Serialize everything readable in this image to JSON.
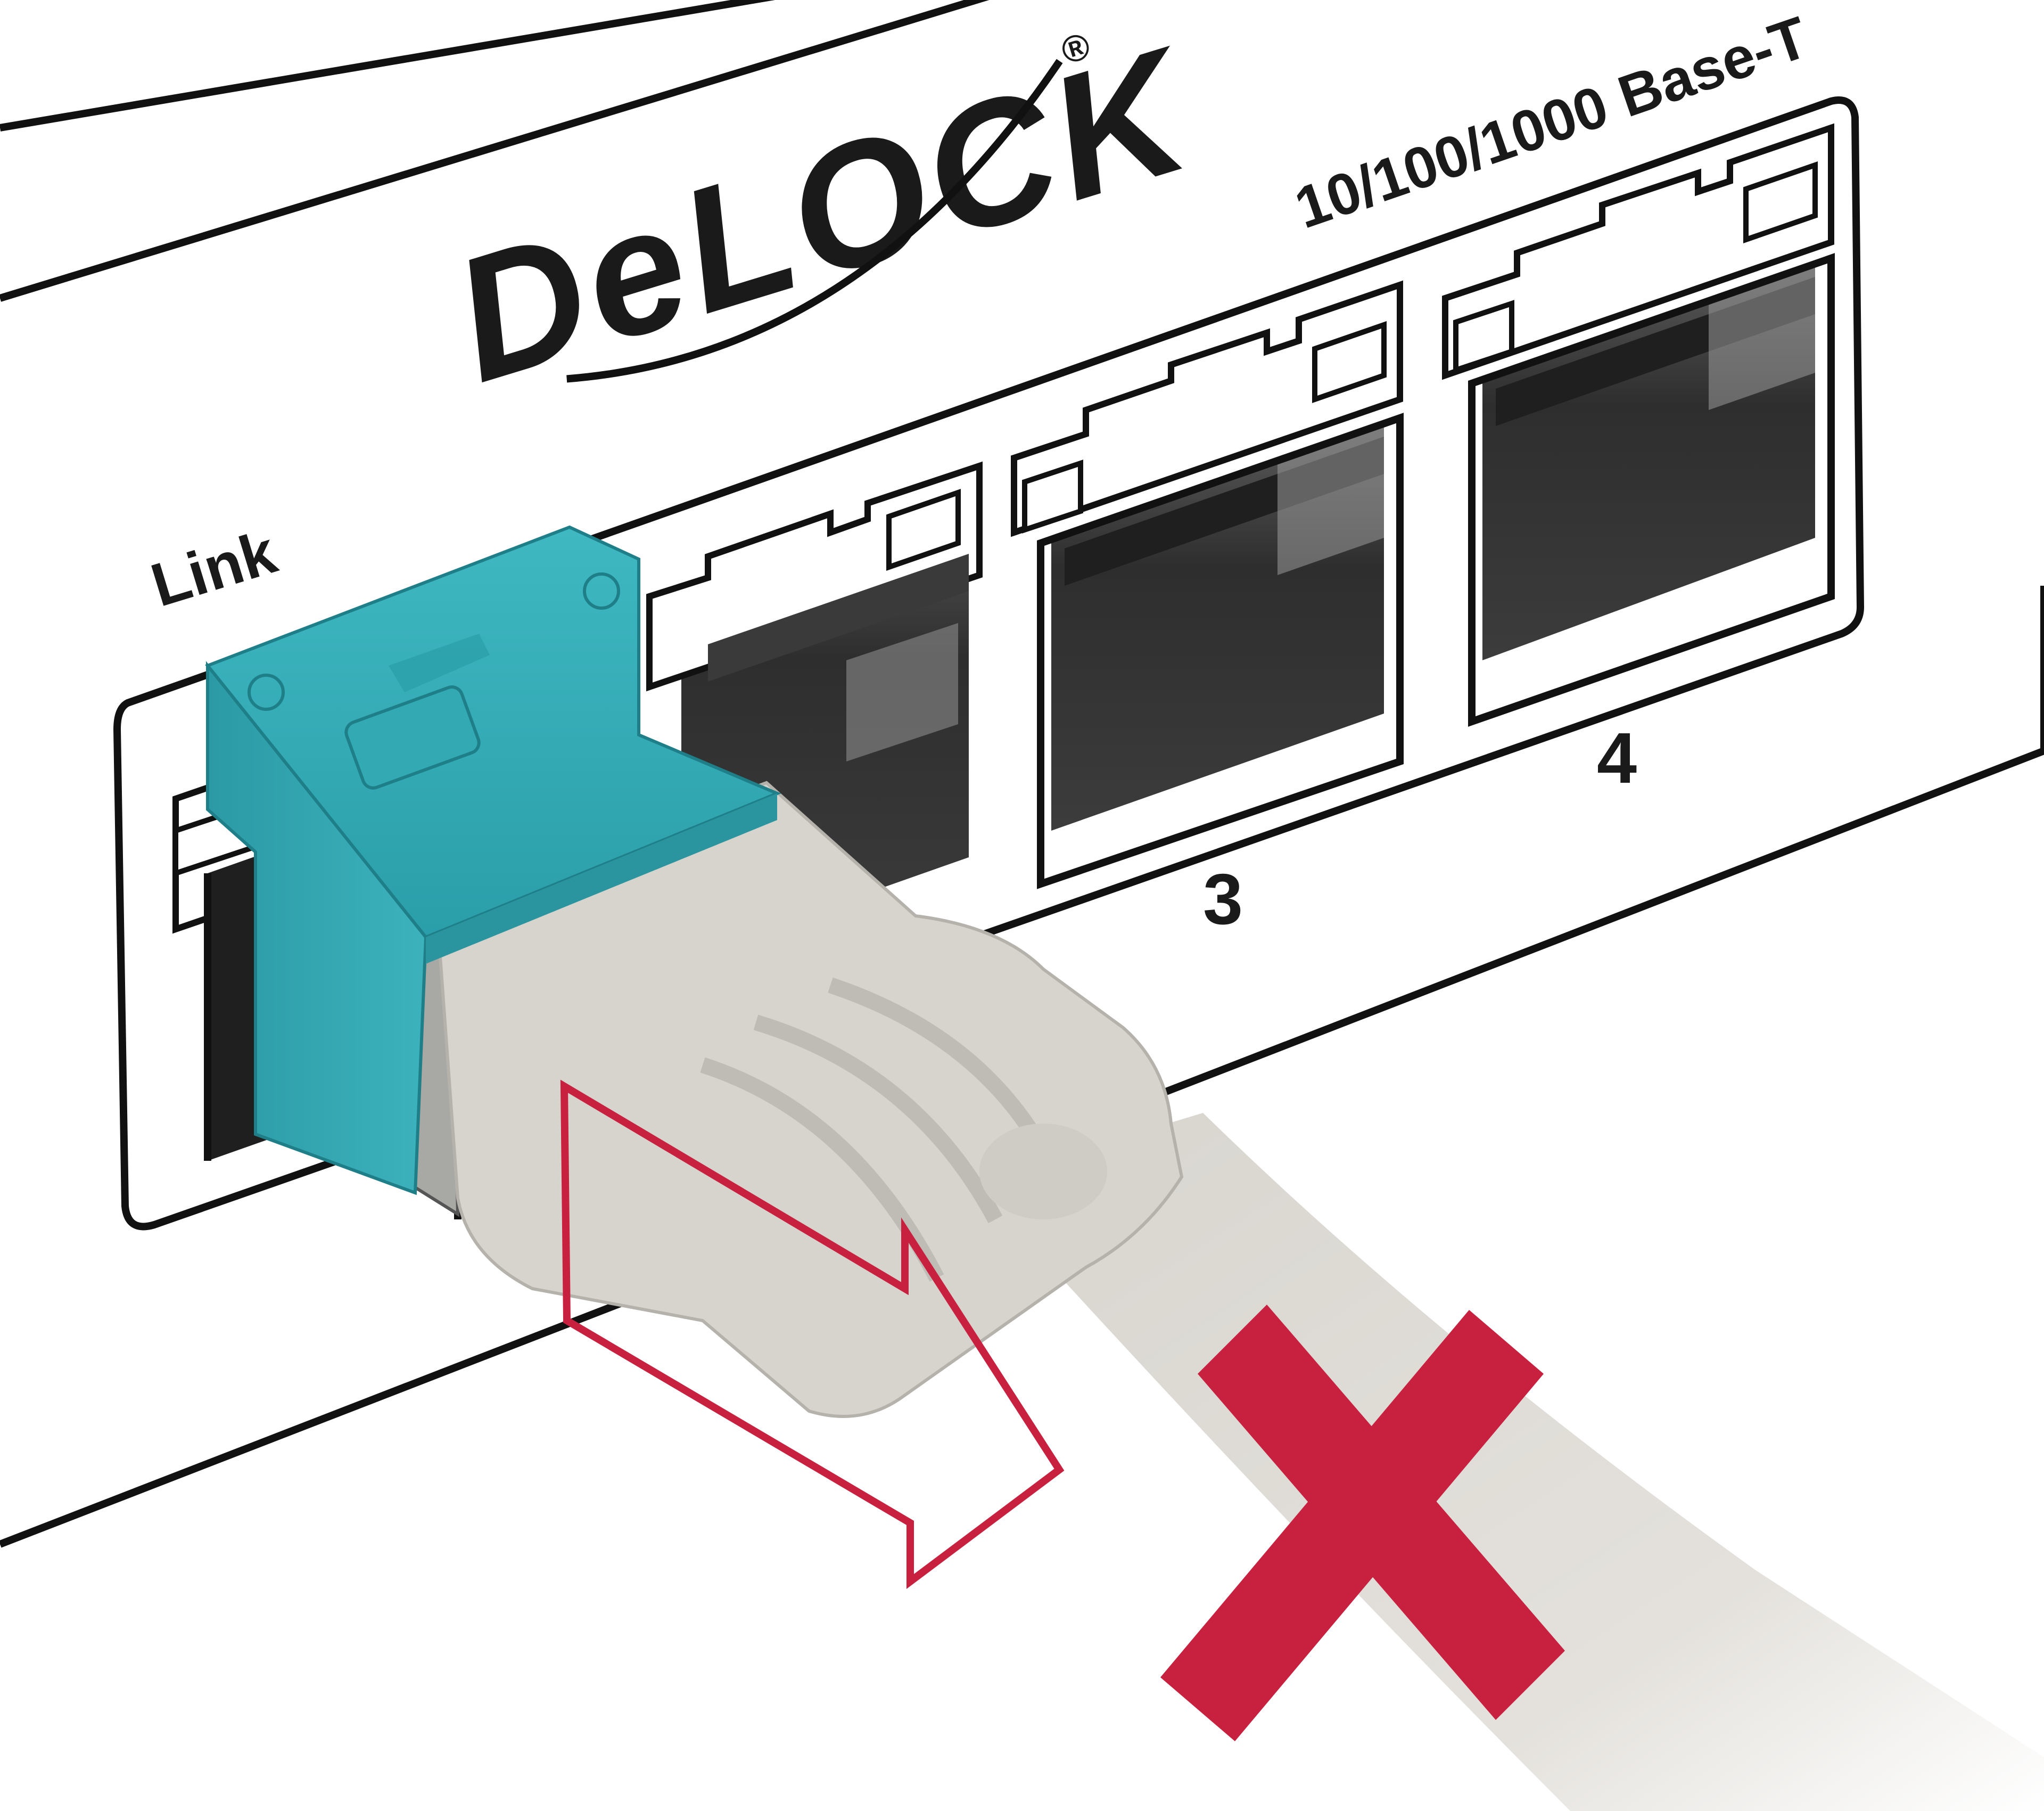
{
  "brand": {
    "logo_text": "DeLOCK",
    "registered_mark": "®"
  },
  "panel": {
    "speed_label": "10/100/1000 Base-T",
    "link_label": "Link",
    "port_numbers": [
      "3",
      "4"
    ]
  },
  "colors": {
    "lock_clip": "#2aa3ae",
    "plug": "#d9d6d0",
    "warning_red": "#c8203f",
    "port_dark": "#2b2b2b",
    "outline": "#111111"
  },
  "icons": {
    "pull_arrow": "arrow-outline-icon",
    "forbidden_mark": "red-x-icon"
  }
}
